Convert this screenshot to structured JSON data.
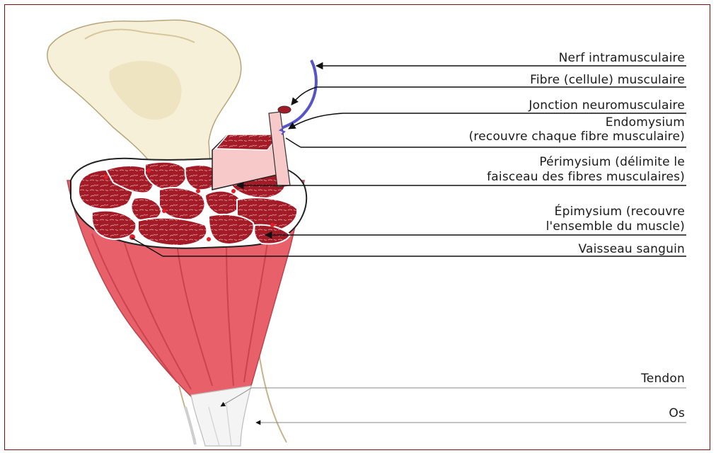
{
  "labels": {
    "nerf": "Nerf intramusculaire",
    "fibre": "Fibre (cellule) musculaire",
    "jonction": "Jonction neuromusculaire",
    "endomysium_1": "Endomysium",
    "endomysium_2": "(recouvre chaque fibre musculaire)",
    "perimysium_1": "Périmysium (délimite le",
    "perimysium_2": "faisceau des fibres musculaires)",
    "epimysium_1": "Épimysium (recouvre",
    "epimysium_2": "l'ensemble du muscle)",
    "vaisseau": "Vaisseau sanguin",
    "tendon": "Tendon",
    "os": "Os"
  },
  "colors": {
    "frame": "#7a1010",
    "bone": "#f6f0d8",
    "muscle": "#e8606a",
    "fascicle": "#a11a24",
    "nerve": "#5555c8",
    "fibre": "#f7c9c9"
  }
}
